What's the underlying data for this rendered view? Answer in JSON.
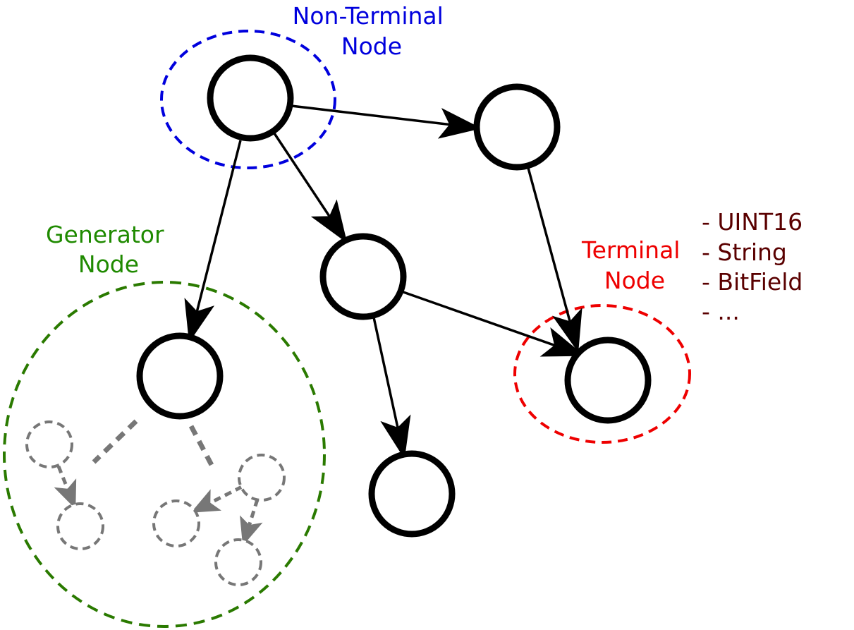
{
  "labels": {
    "non_terminal": {
      "line1": "Non-Terminal",
      "line2": "Node",
      "color": "#0000dd"
    },
    "generator": {
      "line1": "Generator",
      "line2": "Node",
      "color": "#1f8a00"
    },
    "terminal": {
      "line1": "Terminal",
      "line2": "Node",
      "color": "#ee0000"
    }
  },
  "terminal_types": {
    "color": "#5a0000",
    "items": [
      "- UINT16",
      "- String",
      "- BitField",
      "- ..."
    ]
  },
  "colors": {
    "node_stroke": "#000000",
    "ghost_stroke": "#777777",
    "non_terminal_region": "#0000dd",
    "generator_region": "#2a7a00",
    "terminal_region": "#ee0000"
  }
}
